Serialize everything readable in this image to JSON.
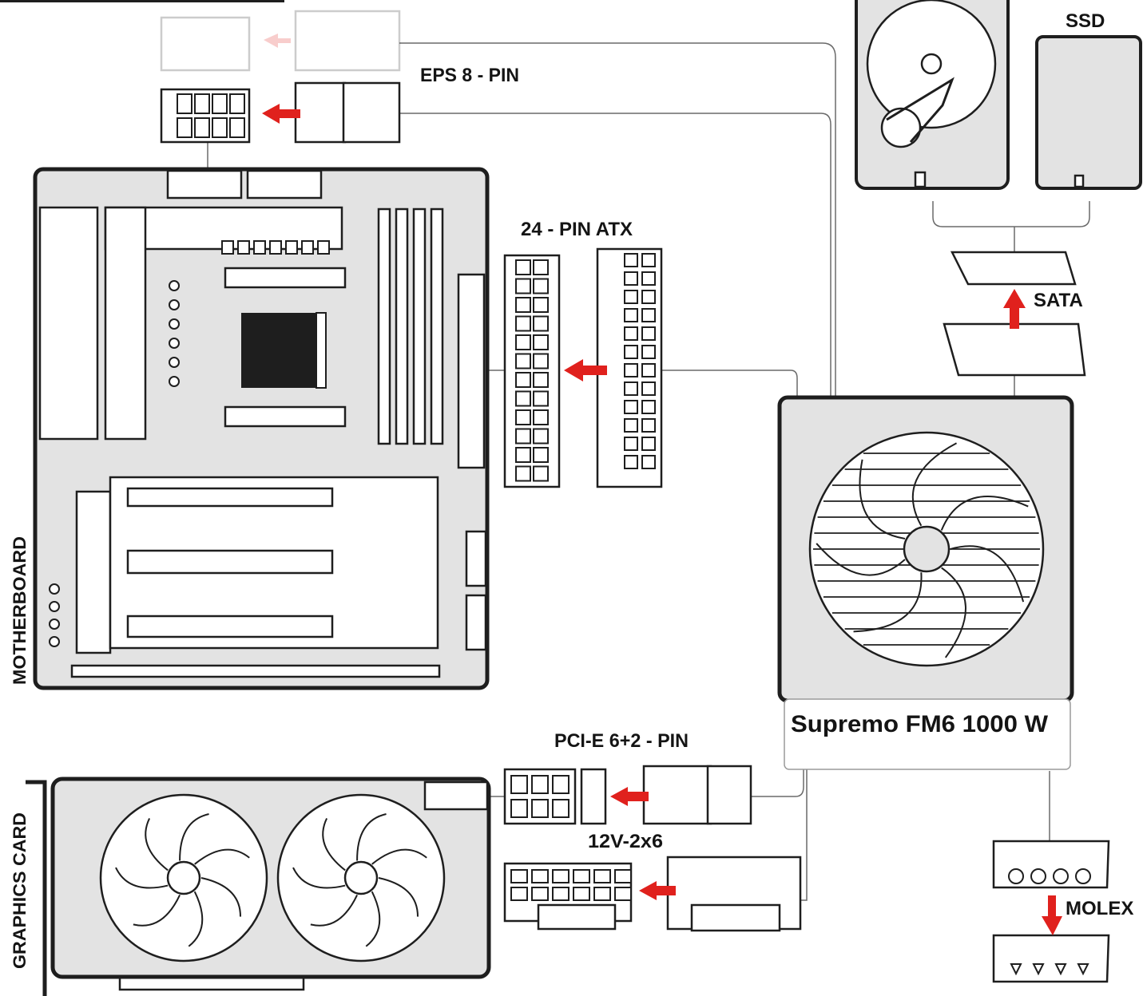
{
  "labels": {
    "eps": "EPS 8 - PIN",
    "atx": "24 - PIN ATX",
    "ssd": "SSD",
    "sata": "SATA",
    "psu_name": "Supremo FM6 1000 W",
    "pcie": "PCI-E 6+2 - PIN",
    "v12": "12V-2x6",
    "molex": "MOLEX",
    "motherboard": "MOTHERBOARD",
    "graphics_card": "GRAPHICS CARD"
  },
  "colors": {
    "arrow": "#e0211d",
    "component_fill": "#e3e3e3",
    "outline": "#1e1e1e"
  }
}
